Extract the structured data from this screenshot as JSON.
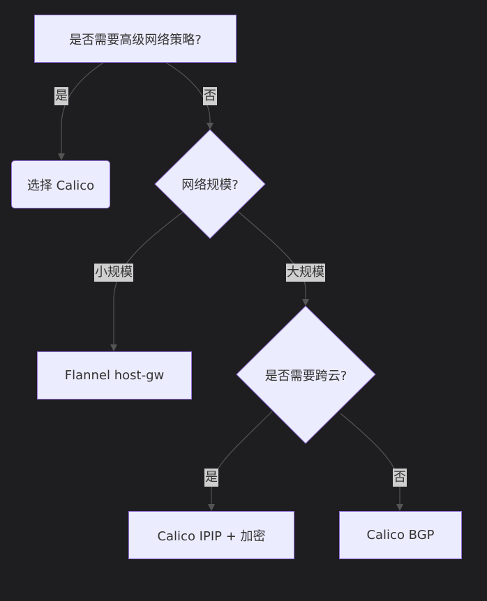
{
  "colors": {
    "background": "#1e1d1f",
    "node_fill": "#ececff",
    "node_border": "#9370db",
    "edge": "#555555",
    "edge_label_bg": "#cfcfcf",
    "text": "#333333"
  },
  "nodes": {
    "q_advanced_policy": "是否需要高级网络策略?",
    "choose_calico": "选择 Calico",
    "q_network_scale": "网络规模?",
    "flannel_host_gw": "Flannel host-gw",
    "q_cross_cloud": "是否需要跨云?",
    "calico_ipip": "Calico IPIP + 加密",
    "calico_bgp": "Calico BGP"
  },
  "edge_labels": {
    "policy_yes": "是",
    "policy_no": "否",
    "scale_small": "小规模",
    "scale_large": "大规模",
    "cloud_yes": "是",
    "cloud_no": "否"
  }
}
